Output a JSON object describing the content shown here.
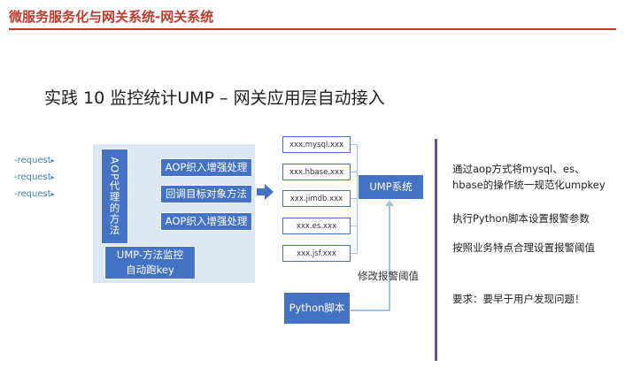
{
  "header": {
    "title": "微服务服务化与网关系统-网关系统"
  },
  "slide": {
    "title": "实践 10 监控统计UMP – 网关应用层自动接入"
  },
  "requests": [
    "-request",
    "-request",
    "-request"
  ],
  "aop_panel": {
    "vertical_label": "AOP代理的方法",
    "boxes": [
      "AOP织入增强处理",
      "回调目标对象方法",
      "AOP织入增强处理"
    ],
    "ump_key_label": "UMP-方法监控\n自动跑key"
  },
  "targets": [
    "xxx.mysql.xxx",
    "xxx.hbase.xxx",
    "xxx.jimdb.xxx",
    "xxx.es.xxx",
    "xxx.jsf.xxx"
  ],
  "ump_system": "UMP系统",
  "python_script": "Python脚本",
  "modify_alarm": "修改报警阈值",
  "notes": [
    "通过aop方式将mysql、es、hbase的操作统一规范化umpkey",
    "执行Python脚本设置报警参数",
    "按照业务特点合理设置报警阈值",
    "要求：要早于用户发现问题！"
  ],
  "colors": {
    "accent_red": "#c0392b",
    "box_blue": "#4472c4",
    "panel_bg": "#dbe7f3",
    "divider_purple": "#6b4c9a"
  }
}
